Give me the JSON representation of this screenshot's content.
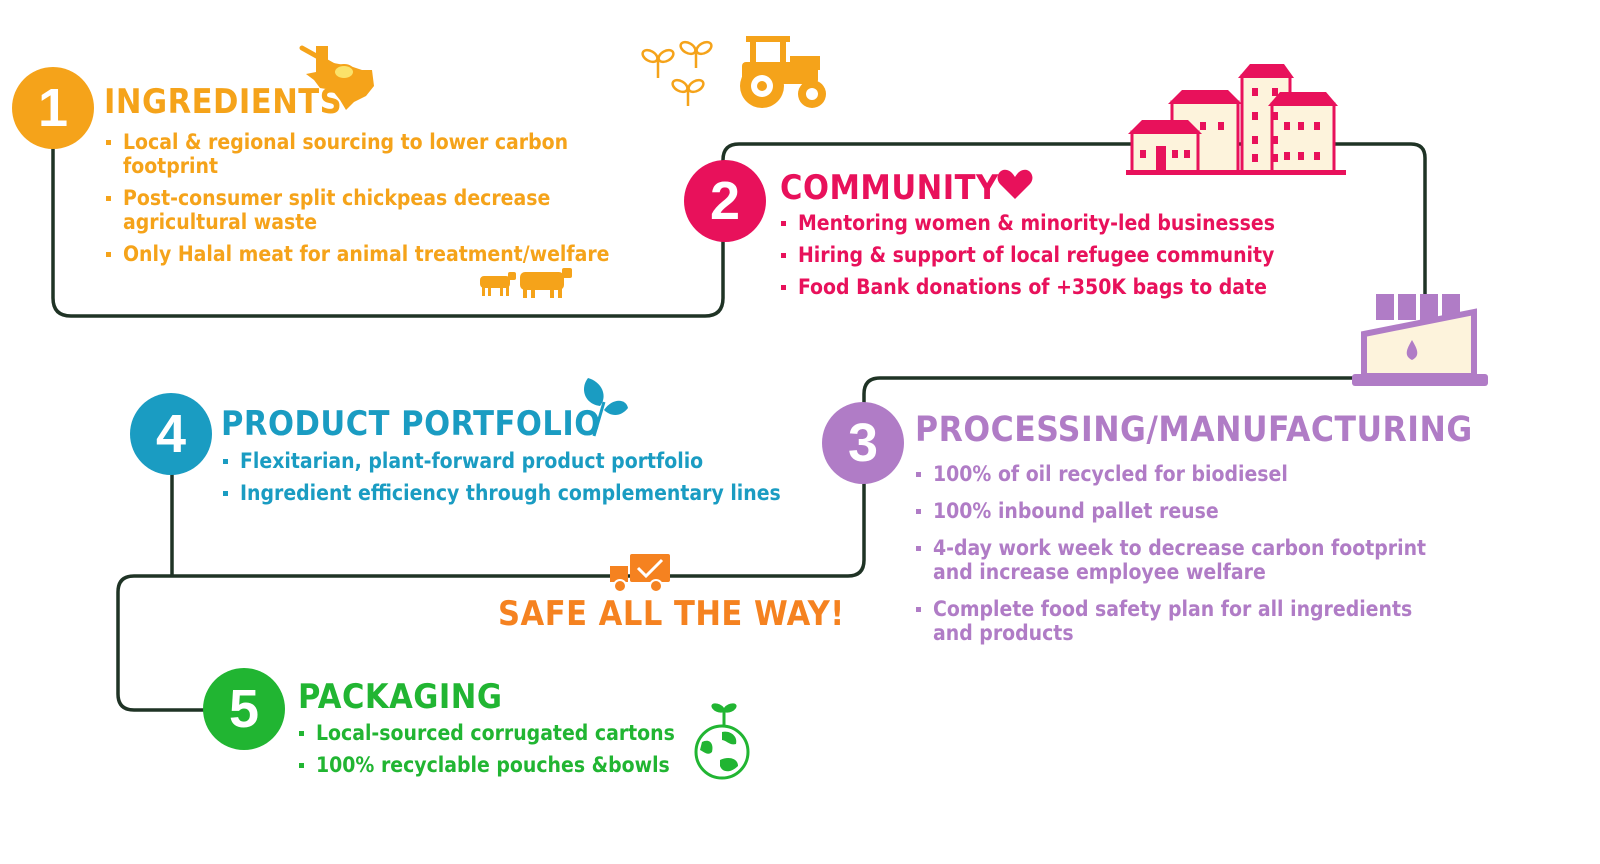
{
  "steps": {
    "ingredients": {
      "number": "1",
      "title": "INGREDIENTS",
      "color": "#f5a31a",
      "bullets": [
        "Local & regional sourcing to lower carbon footprint",
        "Post-consumer split chickpeas decrease agricultural waste",
        "Only Halal meat for animal treatment/welfare"
      ]
    },
    "community": {
      "number": "2",
      "title": "COMMUNITY",
      "color": "#e8115b",
      "bullets": [
        "Mentoring women & minority-led businesses",
        "Hiring & support of local refugee community",
        "Food Bank donations of +350K bags to date"
      ]
    },
    "processing": {
      "number": "3",
      "title": "PROCESSING/MANUFACTURING",
      "color": "#b07cc6",
      "bullets": [
        "100% of oil recycled for biodiesel",
        "100% inbound pallet reuse",
        "4-day work week to decrease carbon footprint and increase employee welfare",
        "Complete food safety plan for all ingredients and products"
      ]
    },
    "product_portfolio": {
      "number": "4",
      "title": "PRODUCT PORTFOLIO",
      "color": "#1a9cc2",
      "bullets": [
        "Flexitarian, plant-forward product portfolio",
        "Ingredient efficiency through complementary lines"
      ]
    },
    "packaging": {
      "number": "5",
      "title": "PACKAGING",
      "color": "#21b532",
      "bullets": [
        "Local-sourced corrugated cartons",
        "100% recyclable pouches &bowls"
      ]
    }
  },
  "safe_all_the_way": {
    "text": "SAFE ALL THE WAY!",
    "color": "#f58220"
  },
  "path_color": "#1f3325",
  "icons": [
    "texas-spoon-icon",
    "sprouts-icon",
    "tractor-icon",
    "cows-icon",
    "heart-icon",
    "houses-icon",
    "factory-icon",
    "leaf-icon",
    "truck-check-icon",
    "globe-sprout-icon"
  ]
}
